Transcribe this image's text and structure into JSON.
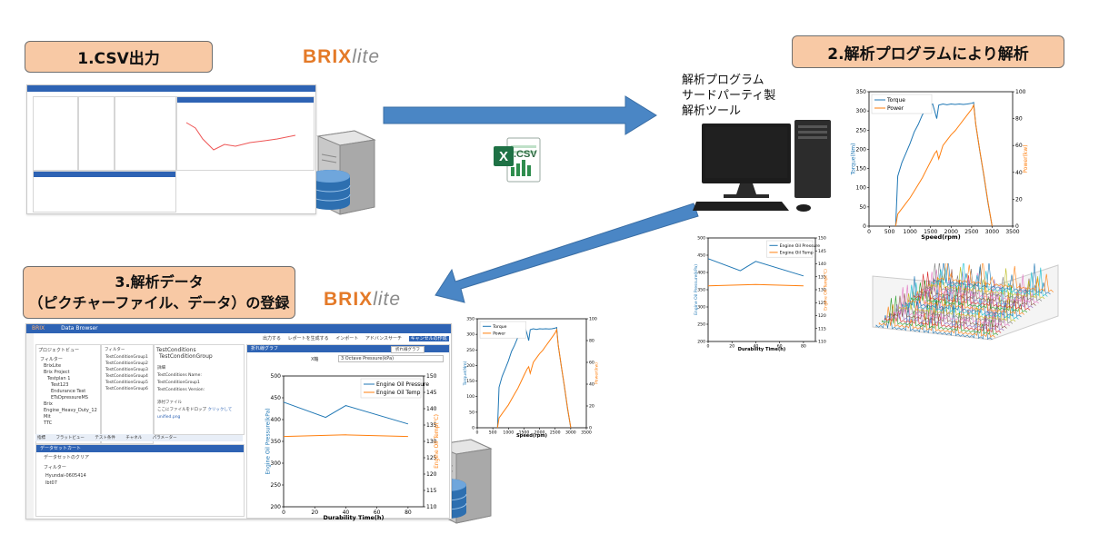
{
  "labels": {
    "step1": "1.CSV出力",
    "step2": "2.解析プログラムにより解析",
    "step3_line1": "3.解析データ",
    "step3_line2": "（ピクチャーファイル、データ）の登録",
    "tool_desc_1": "解析プログラム",
    "tool_desc_2": "サードパーティ製",
    "tool_desc_3": "解析ツール",
    "csv_badge": ".CSV"
  },
  "logo": {
    "brix": "BRIX",
    "lite": "lite"
  },
  "app_top": {
    "data_browser": "Data Browser",
    "project_view": "プロジェクトビュー",
    "filter": "フィルター",
    "tree": [
      "BrixLite",
      "Brix Project",
      "Testplan 1",
      "Test123",
      "Endurance Test",
      "ETsDpressureMS",
      "Brix Engine_Heavy_Duty_12",
      "Mit",
      "TTC"
    ],
    "dataset_cart": "データセットカート",
    "dataset_clear": "データセットのクリア",
    "cart_items": [
      "Hyundai-0605414",
      "lbt07"
    ],
    "tabs": [
      "指標",
      "フラットビュー",
      "テスト条件",
      "チャネル",
      "パラメーター"
    ],
    "test_conditions": "TestConditions",
    "test_condition_group": "TestConditionGroup",
    "groups": [
      "TestConditionGroup1",
      "TestConditionGroup2",
      "TestConditionGroup3",
      "TestConditionGroup4",
      "TestConditionGroup5",
      "TestConditionGroup6"
    ],
    "detail_title": "詳細",
    "detail_name_label": "TestConditions Name:",
    "detail_name_value": "TestConditionGroup1",
    "detail_version": "TestConditions Version:",
    "attach_label": "添付ファイル",
    "attach_hint": "ここにファイルをドロップ",
    "attach_click": "クリックして",
    "attach_file": "unified.png",
    "graph_panel": "折れ線グラフ",
    "graph_select": "折れ線グラフ",
    "menu": [
      "出力する",
      "レポートを生成する",
      "インポート",
      "アドバンスサーチ"
    ],
    "save_button": "キャンセルの作成",
    "combo": "3 Octave Pressure(kPa)",
    "axis_name": "X軸"
  },
  "chart_data": [
    {
      "id": "engine_oil_large",
      "type": "line",
      "title": "",
      "xlabel": "Durability Time(h)",
      "ylabel": "Engine Oil Pressure(kPa)",
      "y2label": "Engine Oil Temp(℃)",
      "x": [
        0,
        20,
        40,
        60,
        80
      ],
      "xlim": [
        0,
        90
      ],
      "ylim": [
        200,
        500
      ],
      "y2lim": [
        110,
        150
      ],
      "yticks": [
        200,
        250,
        300,
        350,
        400,
        450,
        500
      ],
      "y2ticks": [
        110,
        115,
        120,
        125,
        130,
        135,
        140,
        145,
        150
      ],
      "xticks": [
        0,
        20,
        40,
        60,
        80
      ],
      "series": [
        {
          "name": "Engine Oil Pressure",
          "axis": "left",
          "color": "#1f77b4",
          "x": [
            0,
            27,
            40,
            80
          ],
          "values": [
            440,
            405,
            432,
            390
          ]
        },
        {
          "name": "Engine Oil Temp",
          "axis": "right",
          "color": "#ff7f0e",
          "x": [
            0,
            40,
            80
          ],
          "values": [
            131.5,
            132,
            131.5
          ]
        }
      ],
      "legend": "top-right"
    },
    {
      "id": "engine_oil_small",
      "type": "line",
      "title": "",
      "xlabel": "Durability Time(h)",
      "ylabel": "Engine Oil Pressure(kPa)",
      "y2label": "Engine Oil Temp(℃)",
      "xlim": [
        0,
        90
      ],
      "ylim": [
        200,
        500
      ],
      "y2lim": [
        110,
        150
      ],
      "yticks": [
        200,
        250,
        300,
        350,
        400,
        450,
        500
      ],
      "y2ticks": [
        110,
        115,
        120,
        125,
        130,
        135,
        140,
        145,
        150
      ],
      "xticks": [
        0,
        20,
        40,
        60,
        80
      ],
      "series": [
        {
          "name": "Engine Oil Pressure",
          "axis": "left",
          "color": "#1f77b4",
          "x": [
            0,
            27,
            40,
            80
          ],
          "values": [
            440,
            405,
            432,
            390
          ]
        },
        {
          "name": "Engine Oil Temp",
          "axis": "right",
          "color": "#ff7f0e",
          "x": [
            0,
            40,
            80
          ],
          "values": [
            131.5,
            132,
            131.5
          ]
        }
      ],
      "legend": "top-right"
    },
    {
      "id": "torque_power_large",
      "type": "line",
      "title": "",
      "xlabel": "Speed(rpm)",
      "ylabel": "Torque(Nm)",
      "y2label": "Power(kw)",
      "xlim": [
        0,
        3500
      ],
      "ylim": [
        0,
        350
      ],
      "y2lim": [
        0,
        100
      ],
      "xticks": [
        0,
        500,
        1000,
        1500,
        2000,
        2500,
        3000,
        3500
      ],
      "yticks": [
        0,
        50,
        100,
        150,
        200,
        250,
        300,
        350
      ],
      "y2ticks": [
        0,
        20,
        40,
        60,
        80,
        100
      ],
      "series": [
        {
          "name": "Torque",
          "axis": "left",
          "color": "#1f77b4",
          "x": [
            650,
            700,
            800,
            900,
            1000,
            1100,
            1200,
            1300,
            1400,
            1500,
            1550,
            1600,
            1650,
            1700,
            1800,
            1900,
            2000,
            2100,
            2200,
            2300,
            2400,
            2500,
            2550,
            2600,
            2700,
            2800,
            2900,
            3000
          ],
          "values": [
            0,
            130,
            165,
            190,
            215,
            245,
            265,
            290,
            305,
            315,
            318,
            300,
            280,
            315,
            318,
            316,
            318,
            317,
            318,
            317,
            318,
            320,
            322,
            265,
            195,
            130,
            60,
            0
          ]
        },
        {
          "name": "Power",
          "axis": "right",
          "color": "#ff7f0e",
          "x": [
            650,
            700,
            800,
            900,
            1000,
            1100,
            1200,
            1300,
            1400,
            1500,
            1600,
            1650,
            1700,
            1750,
            1800,
            1900,
            2000,
            2100,
            2200,
            2300,
            2400,
            2500,
            2550,
            2600,
            2700,
            2800,
            2900,
            3000
          ],
          "values": [
            0,
            9,
            13,
            17,
            21,
            26,
            31,
            36,
            42,
            48,
            54,
            56,
            50,
            55,
            60,
            64,
            68,
            71,
            75,
            79,
            83,
            87,
            90,
            76,
            56,
            38,
            18,
            0
          ]
        }
      ],
      "legend": "top-left"
    },
    {
      "id": "torque_power_small",
      "type": "line",
      "title": "",
      "xlabel": "Speed(rpm)",
      "ylabel": "Torque(Nm)",
      "y2label": "Power(kw)",
      "xlim": [
        0,
        3500
      ],
      "ylim": [
        0,
        350
      ],
      "y2lim": [
        0,
        100
      ],
      "xticks": [
        0,
        500,
        1000,
        1500,
        2000,
        2500,
        3000,
        3500
      ],
      "yticks": [
        0,
        50,
        100,
        150,
        200,
        250,
        300,
        350
      ],
      "y2ticks": [
        0,
        20,
        40,
        60,
        80,
        100
      ],
      "series": [
        {
          "name": "Torque",
          "axis": "left",
          "color": "#1f77b4",
          "x": [
            650,
            700,
            800,
            900,
            1000,
            1100,
            1200,
            1300,
            1400,
            1500,
            1550,
            1600,
            1650,
            1700,
            1800,
            1900,
            2000,
            2100,
            2200,
            2300,
            2400,
            2500,
            2550,
            2600,
            2700,
            2800,
            2900,
            3000
          ],
          "values": [
            0,
            130,
            165,
            190,
            215,
            245,
            265,
            290,
            305,
            315,
            318,
            300,
            280,
            315,
            318,
            316,
            318,
            317,
            318,
            317,
            318,
            320,
            322,
            265,
            195,
            130,
            60,
            0
          ]
        },
        {
          "name": "Power",
          "axis": "right",
          "color": "#ff7f0e",
          "x": [
            650,
            700,
            800,
            900,
            1000,
            1100,
            1200,
            1300,
            1400,
            1500,
            1600,
            1650,
            1700,
            1750,
            1800,
            1900,
            2000,
            2100,
            2200,
            2300,
            2400,
            2500,
            2550,
            2600,
            2700,
            2800,
            2900,
            3000
          ],
          "values": [
            0,
            9,
            13,
            17,
            21,
            26,
            31,
            36,
            42,
            48,
            54,
            56,
            50,
            55,
            60,
            64,
            68,
            71,
            75,
            79,
            83,
            87,
            90,
            76,
            56,
            38,
            18,
            0
          ]
        }
      ],
      "legend": "top-left"
    }
  ],
  "colors": {
    "label_fill": "#f8c9a5",
    "arrow_blue": "#4a86c5",
    "brix_orange": "#e47a28",
    "app_blue": "#2e63b4"
  }
}
